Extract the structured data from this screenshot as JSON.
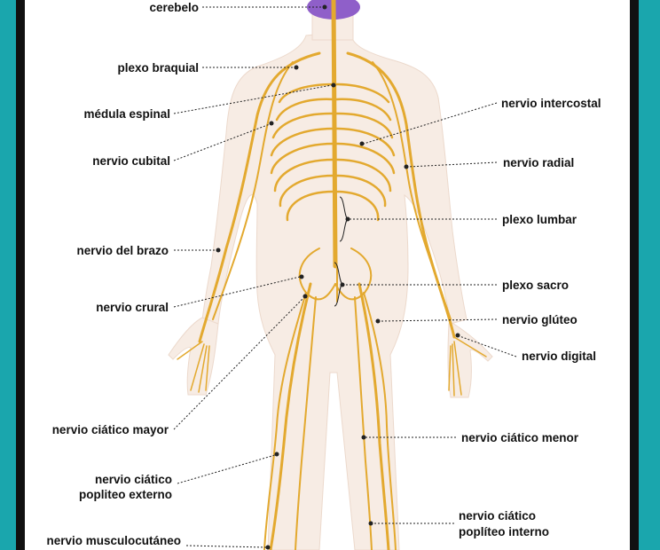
{
  "labels": {
    "cerebelo": "cerebelo",
    "plexo_braquial": "plexo braquial",
    "medula_espinal": "médula espinal",
    "nervio_cubital": "nervio cubital",
    "nervio_del_brazo": "nervio del brazo",
    "nervio_crural": "nervio crural",
    "nervio_ciatico_mayor": "nervio ciático mayor",
    "nervio_ciatico_popliteo_externo_1": "nervio ciático",
    "nervio_ciatico_popliteo_externo_2": "popliteo externo",
    "nervio_musculocutaneo": "nervio musculocutáneo",
    "nervio_intercostal": "nervio intercostal",
    "nervio_radial": "nervio radial",
    "plexo_lumbar": "plexo lumbar",
    "plexo_sacro": "plexo sacro",
    "nervio_gluteo": "nervio glúteo",
    "nervio_digital": "nervio digital",
    "nervio_ciatico_menor": "nervio ciático menor",
    "nervio_ciatico_popliteo_interno_1": "nervio ciático",
    "nervio_ciatico_popliteo_interno_2": "poplíteo interno"
  },
  "colors": {
    "frame": "#1aa6ad",
    "border": "#111111",
    "skin": "#f7ece4",
    "nerve": "#e3a92f",
    "brain": "#8f5fc9"
  }
}
